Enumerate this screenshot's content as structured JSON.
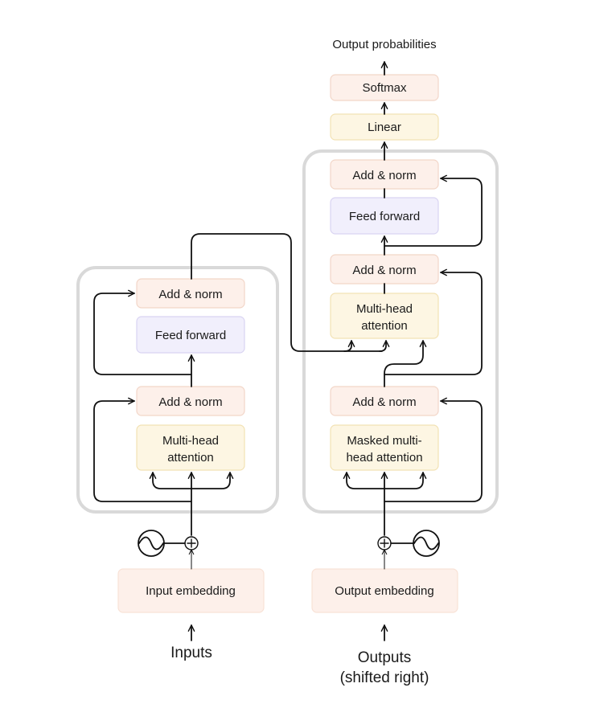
{
  "encoder": {
    "blocks": {
      "add_norm_top": "Add & norm",
      "feed_forward": "Feed forward",
      "add_norm_bottom": "Add & norm",
      "attention": [
        "Multi-head",
        "attention"
      ]
    },
    "embedding": "Input embedding",
    "input_label": "Inputs"
  },
  "decoder": {
    "blocks": {
      "add_norm_top": "Add & norm",
      "feed_forward": "Feed forward",
      "add_norm_middle": "Add & norm",
      "cross_attention": [
        "Multi-head",
        "attention"
      ],
      "add_norm_bottom": "Add & norm",
      "masked_attention": [
        "Masked multi-",
        "head attention"
      ]
    },
    "embedding": "Output embedding",
    "output_label": [
      "Outputs",
      "(shifted right)"
    ]
  },
  "head": {
    "linear": "Linear",
    "softmax": "Softmax",
    "output_label": "Output probabilities"
  },
  "colors": {
    "add_norm_fill": "#fdf0ea",
    "add_norm_stroke": "#f2d6c8",
    "feed_forward_fill": "#f1effc",
    "feed_forward_stroke": "#d9d4f2",
    "attention_fill": "#fdf6e3",
    "attention_stroke": "#f2e2b4",
    "container_stroke": "#d9d9d9",
    "line": "#111111"
  },
  "icons": [
    "positional-encoding-icon",
    "plus-circle-icon"
  ]
}
